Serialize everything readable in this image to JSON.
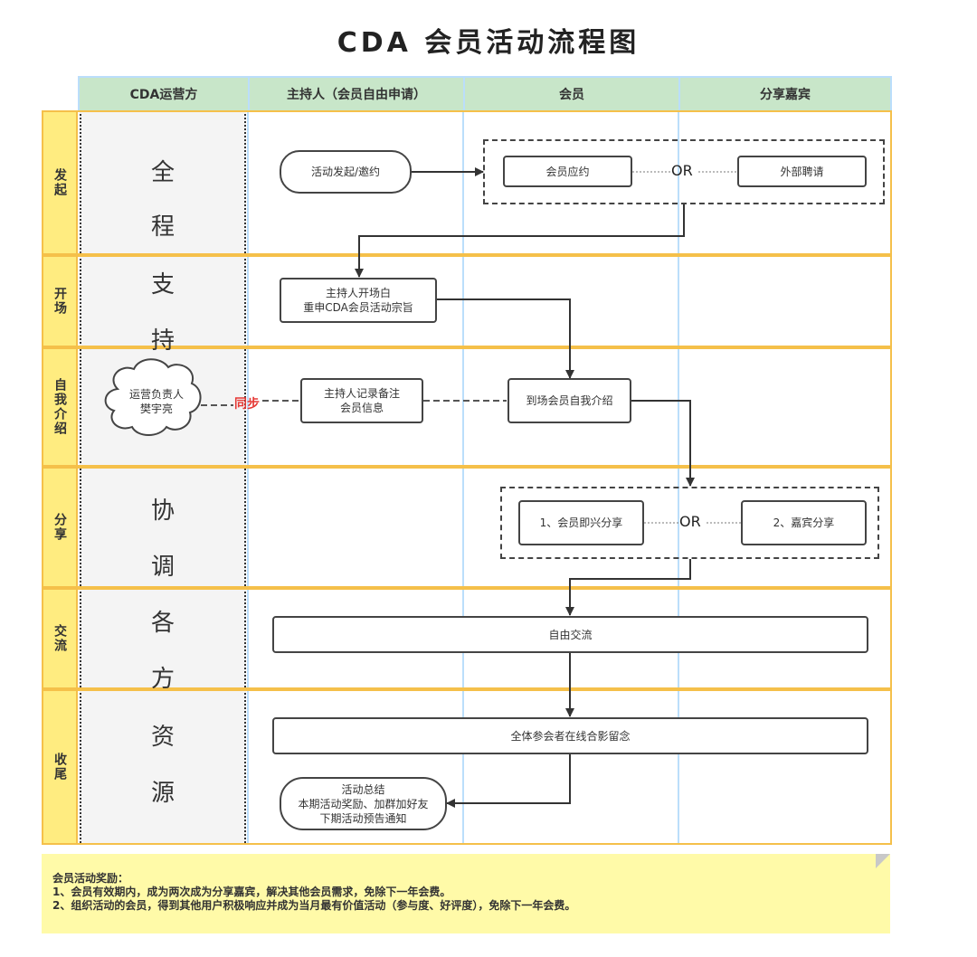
{
  "title": "CDA 会员活动流程图",
  "columns": [
    "CDA运营方",
    "主持人（会员自由申请）",
    "会员",
    "分享嘉宾"
  ],
  "lanes": [
    "发起",
    "开场",
    "自我介绍",
    "分享",
    "交流",
    "收尾"
  ],
  "ops_column_chars": [
    "全",
    "程",
    "支",
    "持",
    "协",
    "调",
    "各",
    "方",
    "资",
    "源"
  ],
  "nodes": {
    "initiate": "活动发起/邀约",
    "member_apply": "会员应约",
    "external_invite": "外部聘请",
    "or_1": "OR",
    "host_opening": "主持人开场白\n重申CDA会员活动宗旨",
    "ops_owner": "运营负责人\n樊宇亮",
    "sync_label": "同步",
    "host_record": "主持人记录备注\n会员信息",
    "member_intro": "到场会员自我介绍",
    "member_share": "1、会员即兴分享",
    "guest_share": "2、嘉宾分享",
    "or_2": "OR",
    "free_exchange": "自由交流",
    "group_photo": "全体参会者在线合影留念",
    "summary": "活动总结\n本期活动奖励、加群加好友\n下期活动预告通知"
  },
  "note": {
    "heading": "会员活动奖励：",
    "lines": [
      "1、会员有效期内，成为两次成为分享嘉宾，解决其他会员需求，免除下一年会费。",
      "2、组织活动的会员，得到其他用户积极响应并成为当月最有价值活动（参与度、好评度），免除下一年会费。"
    ]
  },
  "colors": {
    "header_bg": "#c8e6c9",
    "lane_border": "#f5c04a",
    "lane_label_bg": "#ffec80",
    "sync_text": "#e53935",
    "note_bg": "#fffaa8"
  }
}
